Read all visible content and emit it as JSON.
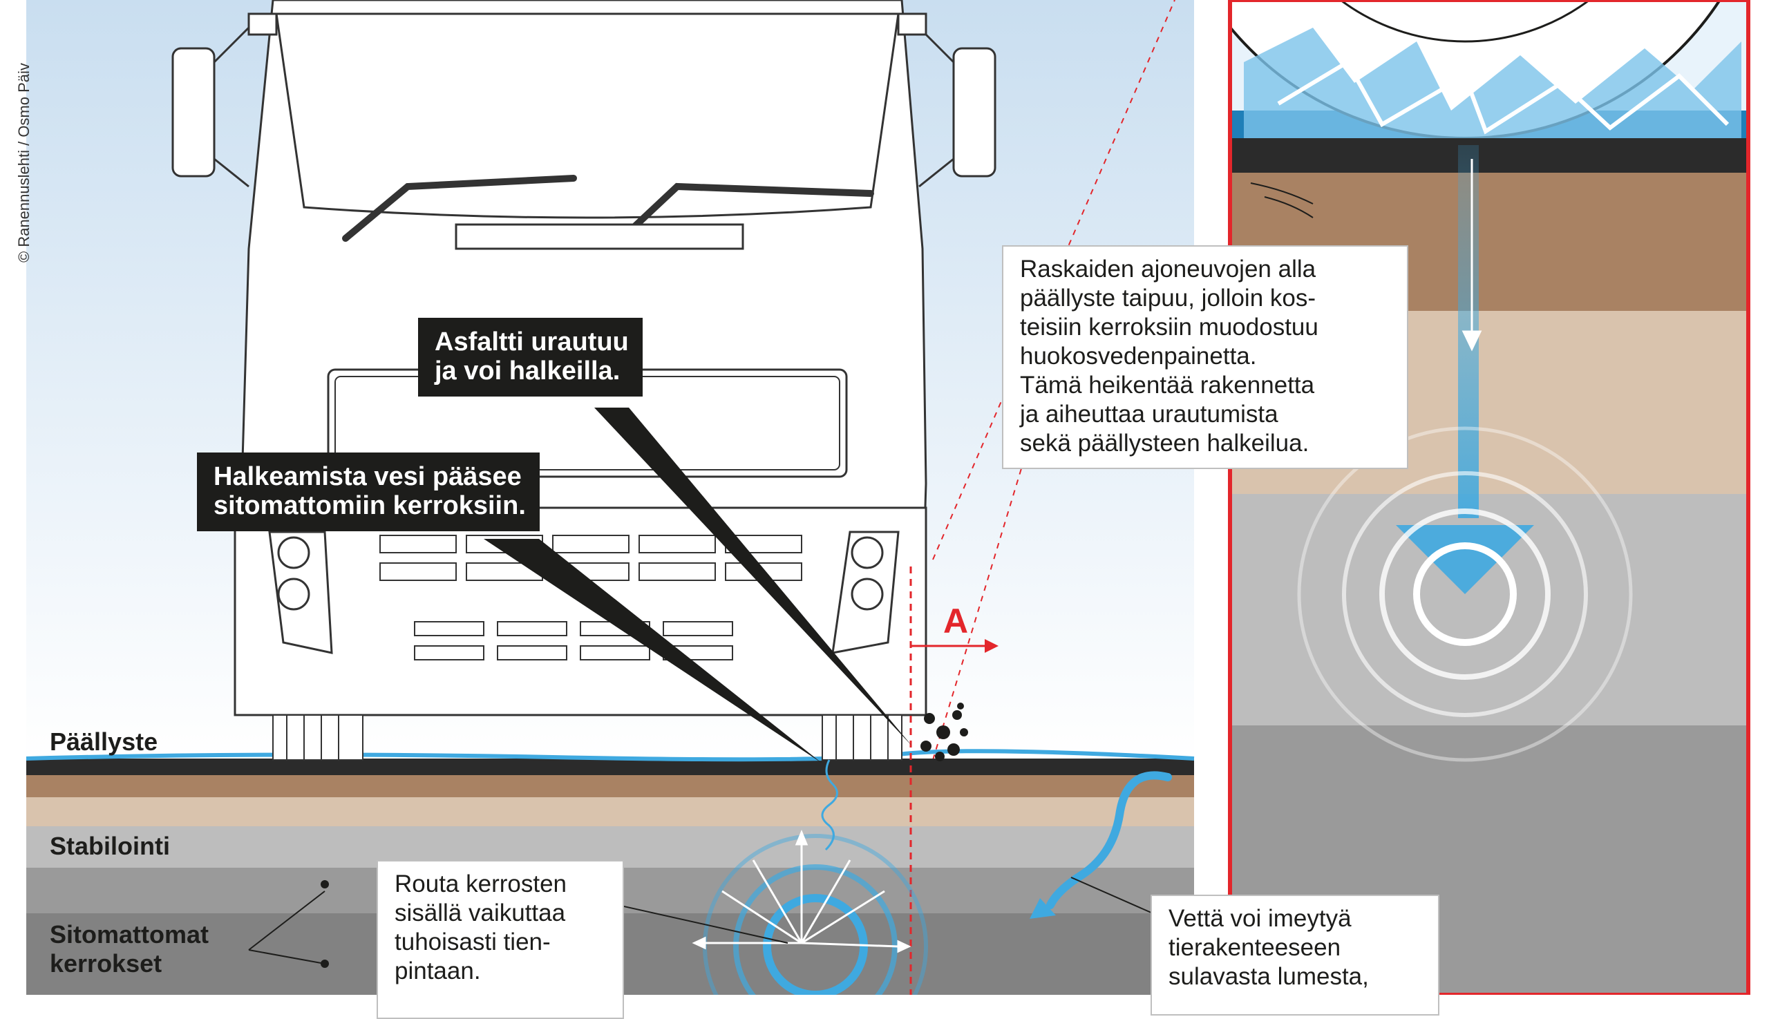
{
  "credit": "© Ranennuslehti / Osmo Päiv",
  "callouts": {
    "rutting": "Asfaltti urautuu\nja voi halkeilla.",
    "cracks_water": "Halkeamista vesi pääsee\nsitomattomiin kerroksiin.",
    "heavy_vehicles": "Raskaiden ajoneuvojen alla\npäällyste taipuu, jolloin kos-\nteisiin kerroksiin muodostuu\nhuokosvedenpainetta.\nTämä heikentää rakennetta\nja aiheuttaa urautumista\nsekä päällysteen halkeilua.",
    "frost": "Routa kerrosten\nsisällä vaikuttaa\ntuhoisasti tien-\npintaan.",
    "meltwater": "Vettä voi imeytyä\ntierakenteeseen\nsulavasta lumesta,"
  },
  "layers": {
    "surface": "Päällyste",
    "stabilization": "Stabilointi",
    "unbound": "Sitomattomat\nkerrokset"
  },
  "section_marker": "A",
  "colors": {
    "sky_top": "#c9def0",
    "water": "#3fa9e0",
    "asphalt": "#2b2b2b",
    "brown": "#a98263",
    "tan": "#d9c3ad",
    "gray_light": "#bdbdbd",
    "gray_mid": "#9a9a9a",
    "gray_dark": "#828282",
    "accent_red": "#e3262b",
    "callout_dark": "#1d1d1b"
  }
}
